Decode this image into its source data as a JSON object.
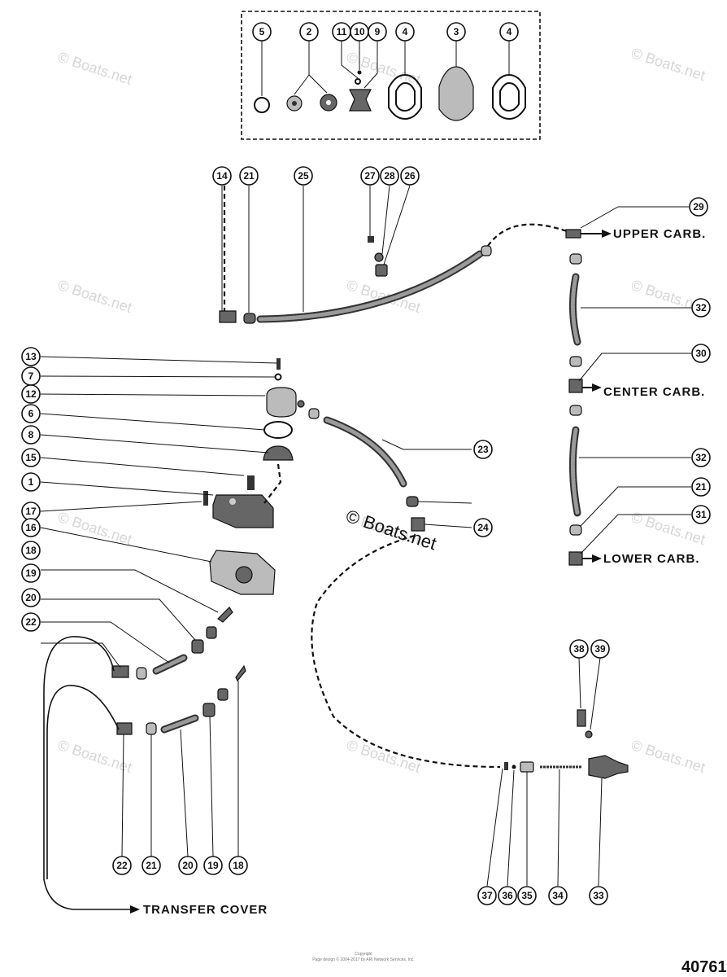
{
  "diagram": {
    "watermarks": [
      "© Boats.net",
      "© Boats.net",
      "© Boats.net",
      "© Boats.net",
      "© Boats.net",
      "© Boats.net",
      "© Boats.net",
      "© Boats.net",
      "© Boats.net",
      "© Boats.net",
      "© Boats.net",
      "© Boats.net"
    ],
    "main_watermark": "© Boats.net",
    "destinations": {
      "upper": "UPPER CARB.",
      "center": "CENTER CARB.",
      "lower": "LOWER CARB.",
      "transfer": "TRANSFER COVER"
    },
    "callouts": {
      "kit": [
        "5",
        "2",
        "11",
        "10",
        "9",
        "4",
        "3",
        "4"
      ],
      "top_row": [
        "14",
        "21",
        "25",
        "27",
        "28",
        "26",
        "29"
      ],
      "left_column": [
        "13",
        "7",
        "12",
        "6",
        "8",
        "15",
        "1",
        "17",
        "16",
        "18",
        "19",
        "20",
        "22"
      ],
      "right_side": [
        "32",
        "30",
        "23",
        "32",
        "21",
        "24",
        "31"
      ],
      "bottom_left": [
        "22",
        "21",
        "20",
        "19",
        "18"
      ],
      "bottom_right": [
        "38",
        "39",
        "37",
        "36",
        "35",
        "34",
        "33"
      ]
    },
    "footer": {
      "line1": "Copyright",
      "line2": "Page design © 2004-2017 by ARI Network Services, Inc."
    },
    "figure_number": "40761"
  }
}
